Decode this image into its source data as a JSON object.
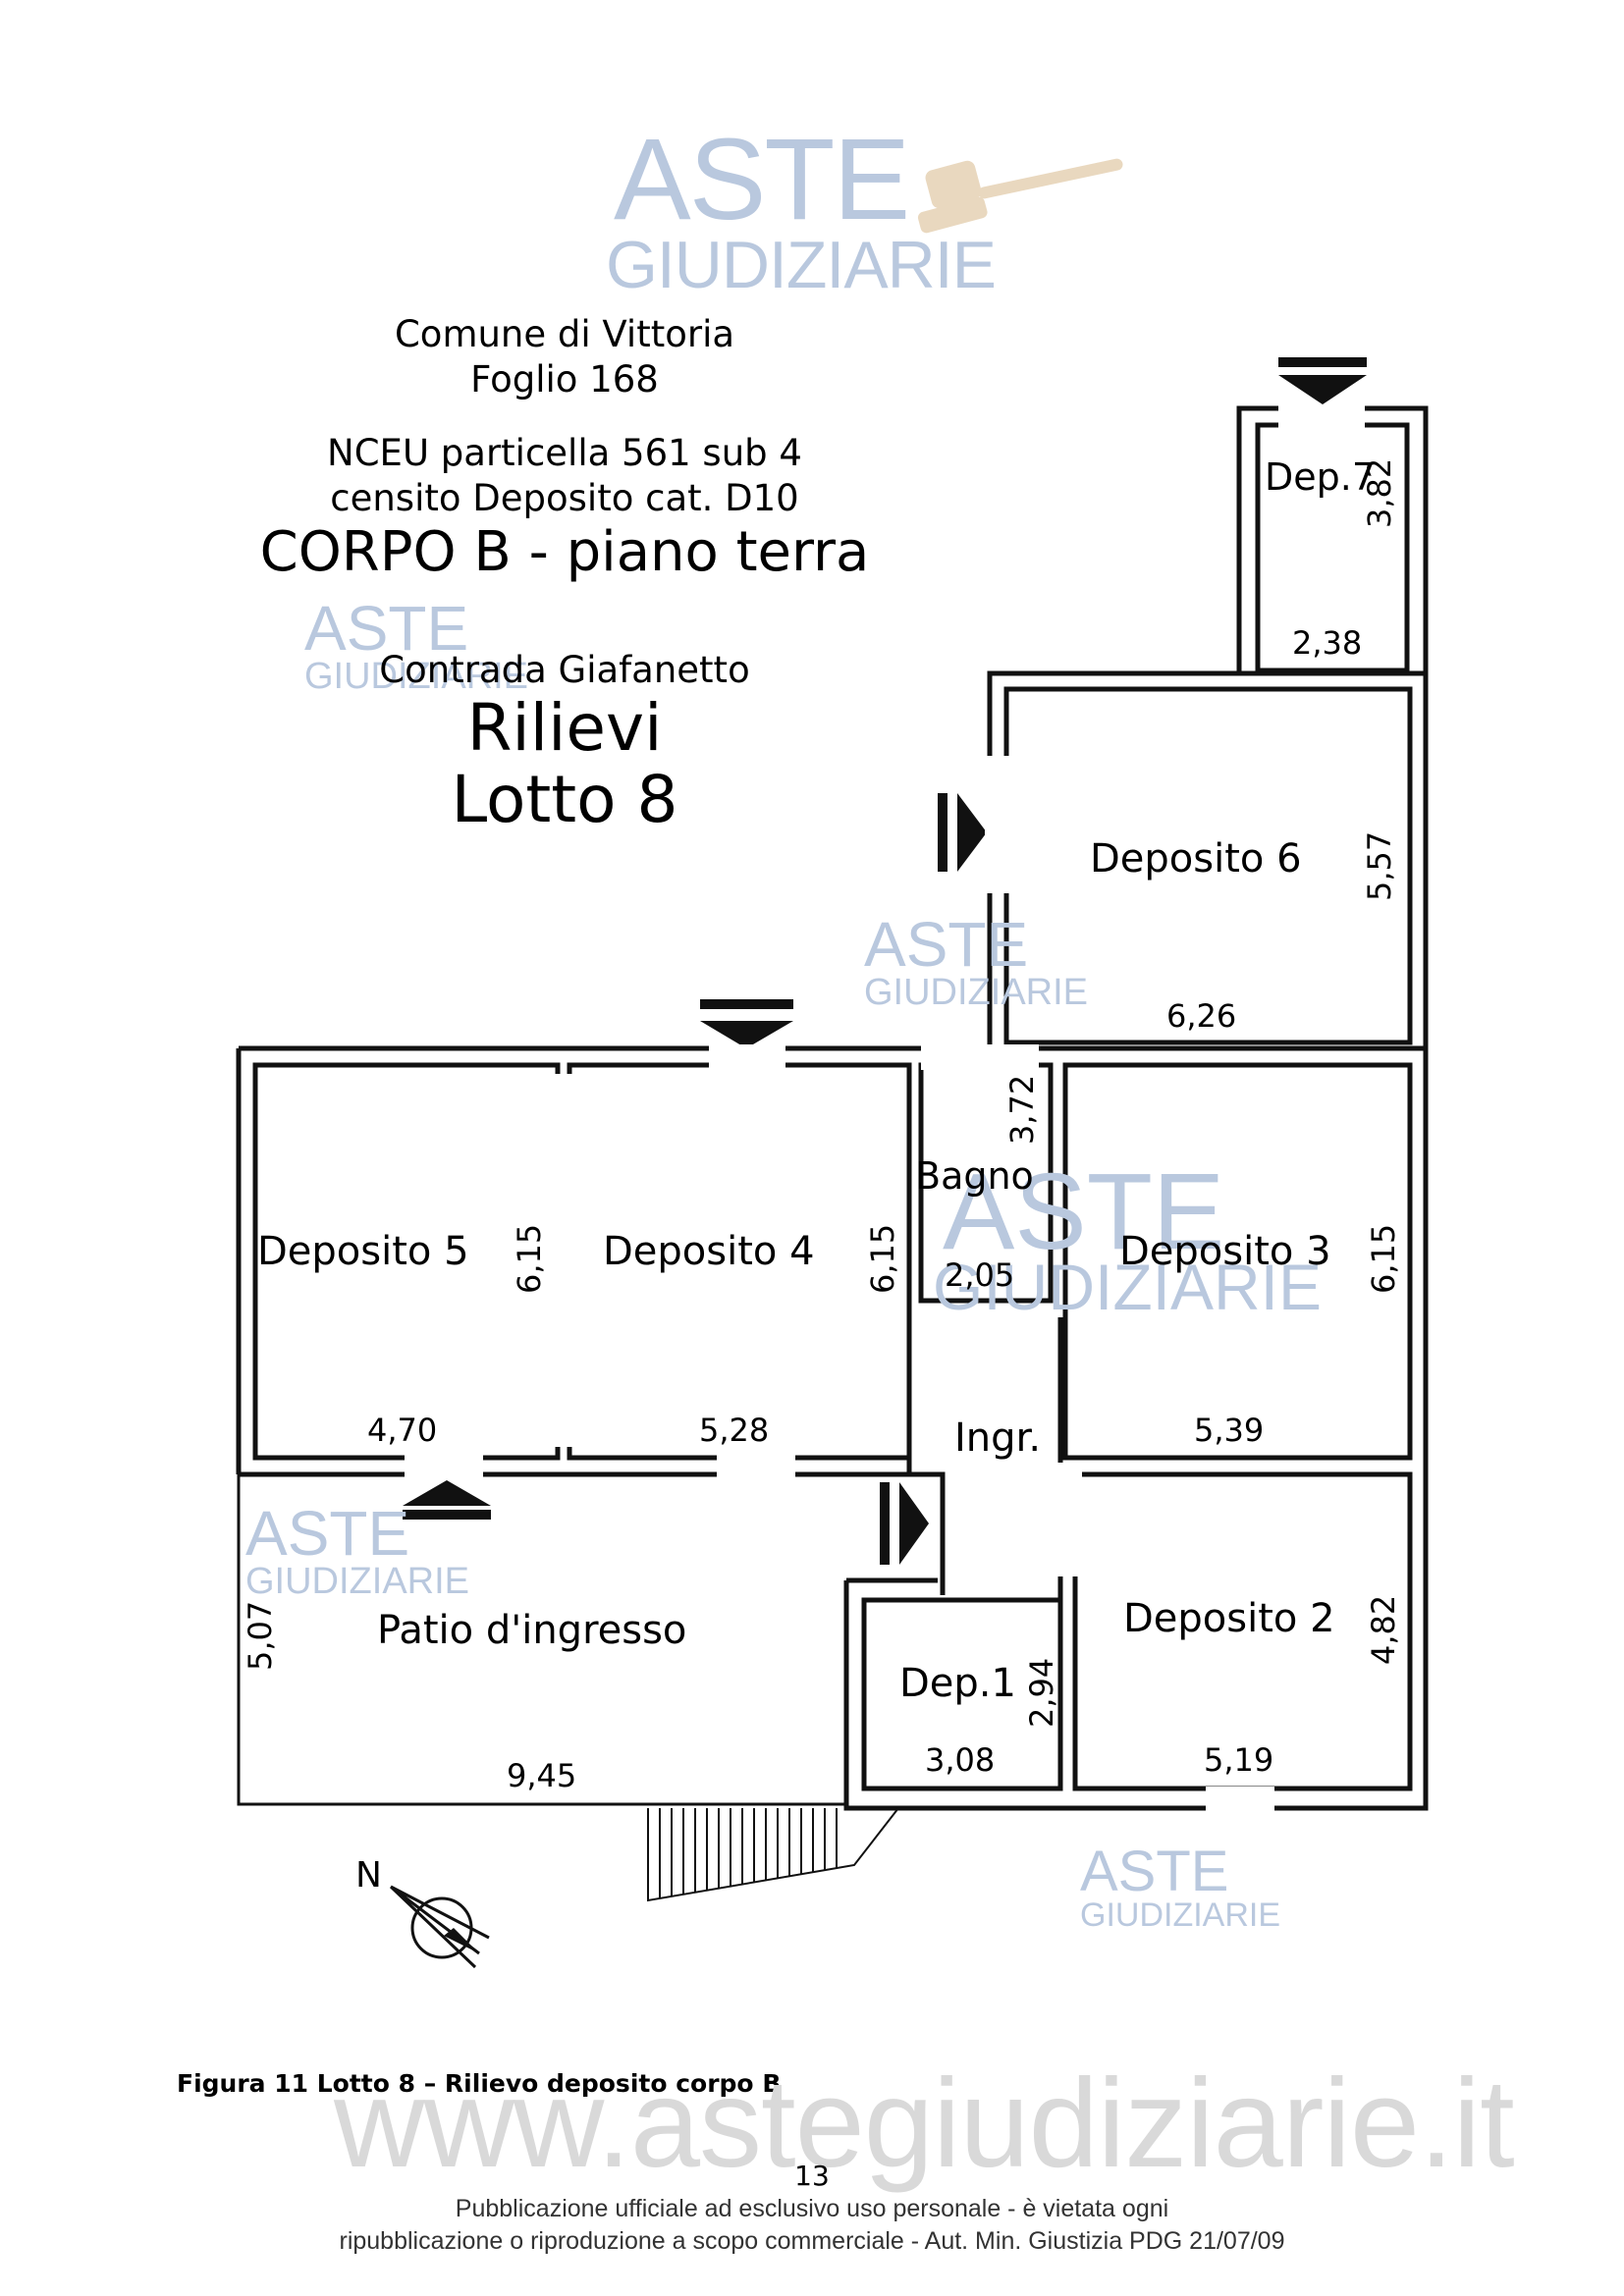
{
  "header": {
    "comune": "Comune di Vittoria",
    "foglio": "Foglio 168",
    "nceu": "NCEU particella 561 sub 4",
    "categoria": "censito Deposito cat. D10",
    "corpo": "CORPO B - piano terra",
    "contrada": "Contrada Giafanetto",
    "rilievi": "Rilievi",
    "lotto": "Lotto 8"
  },
  "watermark": {
    "line1": "ASTE",
    "line2": "GIUDIZIARIE",
    "url": "www.astegiudiziarie.it"
  },
  "rooms": {
    "dep7": "Dep.7",
    "dep6": "Deposito 6",
    "dep5": "Deposito 5",
    "dep4": "Deposito 4",
    "bagno": "Bagno",
    "dep3": "Deposito 3",
    "ingr": "Ingr.",
    "dep2": "Deposito 2",
    "dep1": "Dep.1",
    "patio": "Patio d'ingresso"
  },
  "dimensions": {
    "dep7_h": "3,82",
    "dep7_w": "2,38",
    "dep6_h": "5,57",
    "dep6_w": "6,26",
    "dep5_h": "6,15",
    "dep5_w": "4,70",
    "dep4_h": "6,15",
    "dep4_w": "5,28",
    "bagno_h": "3,72",
    "bagno_w": "2,05",
    "dep3_h": "6,15",
    "dep3_w": "5,39",
    "dep2_h": "4,82",
    "dep2_w": "5,19",
    "dep1_h": "2,94",
    "dep1_w": "3,08",
    "patio_h": "5,07",
    "patio_w": "9,45"
  },
  "compass": {
    "label": "N"
  },
  "caption": "Figura 11 Lotto 8 – Rilievo deposito corpo B",
  "footer": {
    "page": "13",
    "line1": "Pubblicazione ufficiale ad esclusivo uso personale - è vietata ogni",
    "line2": "ripubblicazione o riproduzione a scopo commerciale - Aut. Min. Giustizia PDG 21/07/09"
  },
  "colors": {
    "watermark": "#b9c8de",
    "gavel": "#e6d2b4",
    "wall": "#111111"
  }
}
